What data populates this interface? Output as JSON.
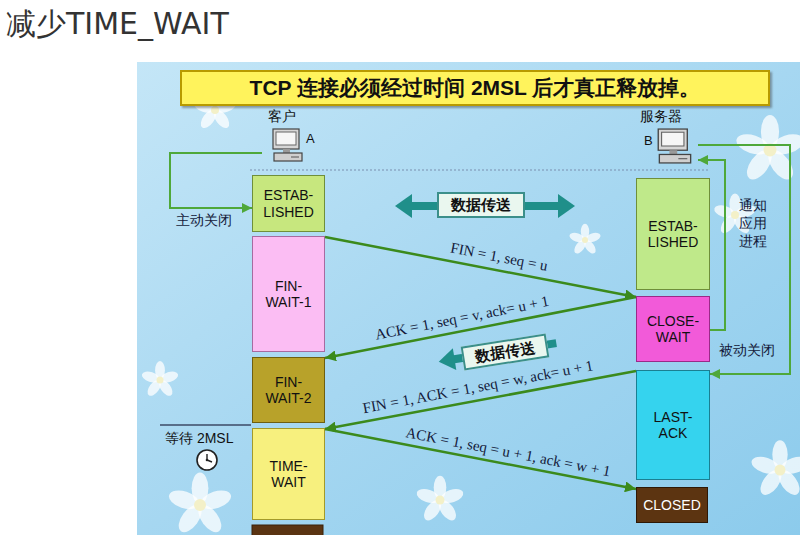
{
  "diagram": {
    "title": "减少TIME_WAIT",
    "nodes": [
      {
        "text": [
          "TCP 连接必须经过时间 2MSL 后才真正释放掉。"
        ]
      },
      {
        "text": [
          "客户",
          "A"
        ]
      },
      {
        "text": [
          "服务器",
          "B"
        ]
      },
      {
        "text": [
          "ESTAB- LISHED"
        ]
      },
      {
        "text": [
          "数据传送"
        ]
      },
      {
        "text": [
          "ESTAB- LISHED"
        ]
      },
      {
        "text": [
          "FIN- WAIT-1"
        ]
      },
      {
        "text": [
          "CLOSE- WAIT"
        ]
      },
      {
        "text": [
          "数据传送"
        ]
      },
      {
        "text": [
          "FIN- WAIT-2"
        ]
      },
      {
        "text": [
          "LAST- ACK"
        ]
      },
      {
        "text": [
          "TIME- WAIT"
        ]
      },
      {
        "text": [
          "CLOSED"
        ]
      }
    ],
    "edges": [
      {
        "from": 1,
        "to": 3,
        "arrow": "to",
        "label": "主动关闭"
      },
      {
        "from": 6,
        "to": 7,
        "arrow": "to",
        "label": "FIN = 1, seq = u"
      },
      {
        "from": 7,
        "to": 2,
        "arrow": "to",
        "label": "通知应用进程"
      },
      {
        "from": 7,
        "to": 9,
        "arrow": "to",
        "label": "ACK = 1, seq = v, ack= u + 1"
      },
      {
        "from": 2,
        "to": 10,
        "arrow": "to",
        "label": "被动关闭"
      },
      {
        "from": 10,
        "to": 11,
        "arrow": "to",
        "label": "FIN = 1, ACK = 1, seq = w, ack= u + 1"
      },
      {
        "from": 11,
        "to": 12,
        "arrow": "to",
        "label": "ACK = 1, seq = u + 1, ack = w + 1"
      }
    ],
    "labels": [
      "等待 2MSL"
    ]
  }
}
